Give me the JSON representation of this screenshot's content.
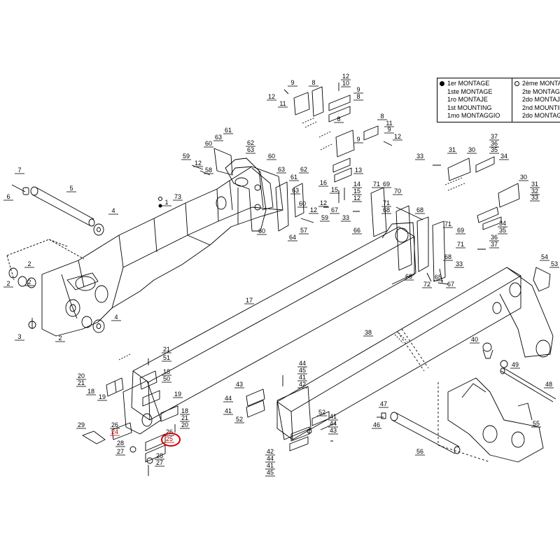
{
  "legend": {
    "first_assembly": [
      "1er MONTAGE",
      "1ste MONTAGE",
      "1ro MONTAJE",
      "1st MOUNTING",
      "1mo MONTAGGIO"
    ],
    "second_assembly": [
      "2ème MONTAGE",
      "2te MONTAGE",
      "2do MONTAJE",
      "2nd MOUNTING",
      "2do MONTAGGIO"
    ]
  },
  "highlight_color": "#d00000",
  "line_color": "#000000",
  "callouts": [
    {
      "id": "c7",
      "label": "7"
    },
    {
      "id": "c6",
      "label": "6"
    },
    {
      "id": "c5",
      "label": "5"
    },
    {
      "id": "c4a",
      "label": "4"
    },
    {
      "id": "c1",
      "label": "1"
    },
    {
      "id": "c73",
      "label": "73"
    },
    {
      "id": "c2a",
      "label": "2"
    },
    {
      "id": "c2b",
      "label": "2"
    },
    {
      "id": "c2c",
      "label": "2"
    },
    {
      "id": "c2d",
      "label": "2"
    },
    {
      "id": "c3",
      "label": "3"
    },
    {
      "id": "c4b",
      "label": "4"
    },
    {
      "id": "c17",
      "label": "17"
    },
    {
      "id": "c59a",
      "label": "59"
    },
    {
      "id": "c12a",
      "label": "12"
    },
    {
      "id": "c58",
      "label": "58"
    },
    {
      "id": "c60a",
      "label": "60"
    },
    {
      "id": "c63a",
      "label": "63"
    },
    {
      "id": "c61a",
      "label": "61"
    },
    {
      "id": "c62a",
      "label": "62"
    },
    {
      "id": "c63b",
      "label": "63"
    },
    {
      "id": "c60b",
      "label": "60"
    },
    {
      "id": "c63c",
      "label": "63"
    },
    {
      "id": "c60c",
      "label": "60"
    },
    {
      "id": "c62b",
      "label": "62"
    },
    {
      "id": "c61b",
      "label": "61"
    },
    {
      "id": "c63d",
      "label": "63"
    },
    {
      "id": "c60d",
      "label": "60"
    },
    {
      "id": "c57",
      "label": "57"
    },
    {
      "id": "c64",
      "label": "64"
    },
    {
      "id": "c12b",
      "label": "12"
    },
    {
      "id": "c59b",
      "label": "59"
    },
    {
      "id": "c16",
      "label": "16"
    },
    {
      "id": "c15a",
      "label": "15"
    },
    {
      "id": "c12c",
      "label": "12"
    },
    {
      "id": "c14",
      "label": "14"
    },
    {
      "id": "c15b",
      "label": "15"
    },
    {
      "id": "c12d",
      "label": "12"
    },
    {
      "id": "c67a",
      "label": "67"
    },
    {
      "id": "c33a",
      "label": "33"
    },
    {
      "id": "c66",
      "label": "66"
    },
    {
      "id": "c71a",
      "label": "71"
    },
    {
      "id": "c69a",
      "label": "69"
    },
    {
      "id": "c70",
      "label": "70"
    },
    {
      "id": "c71b",
      "label": "71"
    },
    {
      "id": "c68a",
      "label": "68"
    },
    {
      "id": "c68b",
      "label": "68"
    },
    {
      "id": "c68c",
      "label": "68"
    },
    {
      "id": "c12e",
      "label": "12"
    },
    {
      "id": "c10",
      "label": "10"
    },
    {
      "id": "c9a",
      "label": "9"
    },
    {
      "id": "c8a",
      "label": "8"
    },
    {
      "id": "c12f",
      "label": "12"
    },
    {
      "id": "c11a",
      "label": "11"
    },
    {
      "id": "c9b",
      "label": "9"
    },
    {
      "id": "c8b",
      "label": "8"
    },
    {
      "id": "c8c",
      "label": "8"
    },
    {
      "id": "c9c",
      "label": "9"
    },
    {
      "id": "c11b",
      "label": "11"
    },
    {
      "id": "c12g",
      "label": "12"
    },
    {
      "id": "c9d",
      "label": "9"
    },
    {
      "id": "c8d",
      "label": "8"
    },
    {
      "id": "c13",
      "label": "13"
    },
    {
      "id": "c37a",
      "label": "37"
    },
    {
      "id": "c36a",
      "label": "36"
    },
    {
      "id": "c35a",
      "label": "35"
    },
    {
      "id": "c31a",
      "label": "31"
    },
    {
      "id": "c30a",
      "label": "30"
    },
    {
      "id": "c34a",
      "label": "34"
    },
    {
      "id": "c33b",
      "label": "33"
    },
    {
      "id": "c30b",
      "label": "30"
    },
    {
      "id": "c31b",
      "label": "31"
    },
    {
      "id": "c32",
      "label": "32"
    },
    {
      "id": "c33c",
      "label": "33"
    },
    {
      "id": "c34b",
      "label": "34"
    },
    {
      "id": "c35b",
      "label": "35"
    },
    {
      "id": "c69b",
      "label": "69"
    },
    {
      "id": "c71c",
      "label": "71"
    },
    {
      "id": "c71d",
      "label": "71"
    },
    {
      "id": "c36b",
      "label": "36"
    },
    {
      "id": "c37b",
      "label": "37"
    },
    {
      "id": "c68d",
      "label": "68"
    },
    {
      "id": "c33d",
      "label": "33"
    },
    {
      "id": "c72",
      "label": "72"
    },
    {
      "id": "c65",
      "label": "65"
    },
    {
      "id": "c67b",
      "label": "67"
    },
    {
      "id": "c54",
      "label": "54"
    },
    {
      "id": "c53",
      "label": "53"
    },
    {
      "id": "c38",
      "label": "38"
    },
    {
      "id": "c40",
      "label": "40"
    },
    {
      "id": "c49",
      "label": "49"
    },
    {
      "id": "c48",
      "label": "48"
    },
    {
      "id": "c55",
      "label": "55"
    },
    {
      "id": "c56",
      "label": "56"
    },
    {
      "id": "c47",
      "label": "47"
    },
    {
      "id": "c46",
      "label": "46"
    },
    {
      "id": "c21a",
      "label": "21"
    },
    {
      "id": "c51",
      "label": "51"
    },
    {
      "id": "c18a",
      "label": "18"
    },
    {
      "id": "c50",
      "label": "50"
    },
    {
      "id": "c20a",
      "label": "20"
    },
    {
      "id": "c21b",
      "label": "21"
    },
    {
      "id": "c18b",
      "label": "18"
    },
    {
      "id": "c19a",
      "label": "19"
    },
    {
      "id": "c19b",
      "label": "19"
    },
    {
      "id": "c18c",
      "label": "18"
    },
    {
      "id": "c21c",
      "label": "21"
    },
    {
      "id": "c20b",
      "label": "20"
    },
    {
      "id": "c29",
      "label": "29"
    },
    {
      "id": "c26a",
      "label": "26"
    },
    {
      "id": "c24",
      "label": "24"
    },
    {
      "id": "c26b",
      "label": "26"
    },
    {
      "id": "c25",
      "label": "25"
    },
    {
      "id": "c28a",
      "label": "28"
    },
    {
      "id": "c27a",
      "label": "27"
    },
    {
      "id": "c28b",
      "label": "28"
    },
    {
      "id": "c27b",
      "label": "27"
    },
    {
      "id": "c43a",
      "label": "43"
    },
    {
      "id": "c44a",
      "label": "44"
    },
    {
      "id": "c41a",
      "label": "41"
    },
    {
      "id": "c52a",
      "label": "52"
    },
    {
      "id": "c44b",
      "label": "44"
    },
    {
      "id": "c45a",
      "label": "45"
    },
    {
      "id": "c41b",
      "label": "41"
    },
    {
      "id": "c42a",
      "label": "42"
    },
    {
      "id": "c52b",
      "label": "52"
    },
    {
      "id": "c41c",
      "label": "41"
    },
    {
      "id": "c44c",
      "label": "44"
    },
    {
      "id": "c43b",
      "label": "43"
    },
    {
      "id": "c42b",
      "label": "42"
    },
    {
      "id": "c44d",
      "label": "44"
    },
    {
      "id": "c41d",
      "label": "41"
    },
    {
      "id": "c45b",
      "label": "45"
    }
  ],
  "highlighted_callouts": [
    "c24",
    "c25"
  ]
}
